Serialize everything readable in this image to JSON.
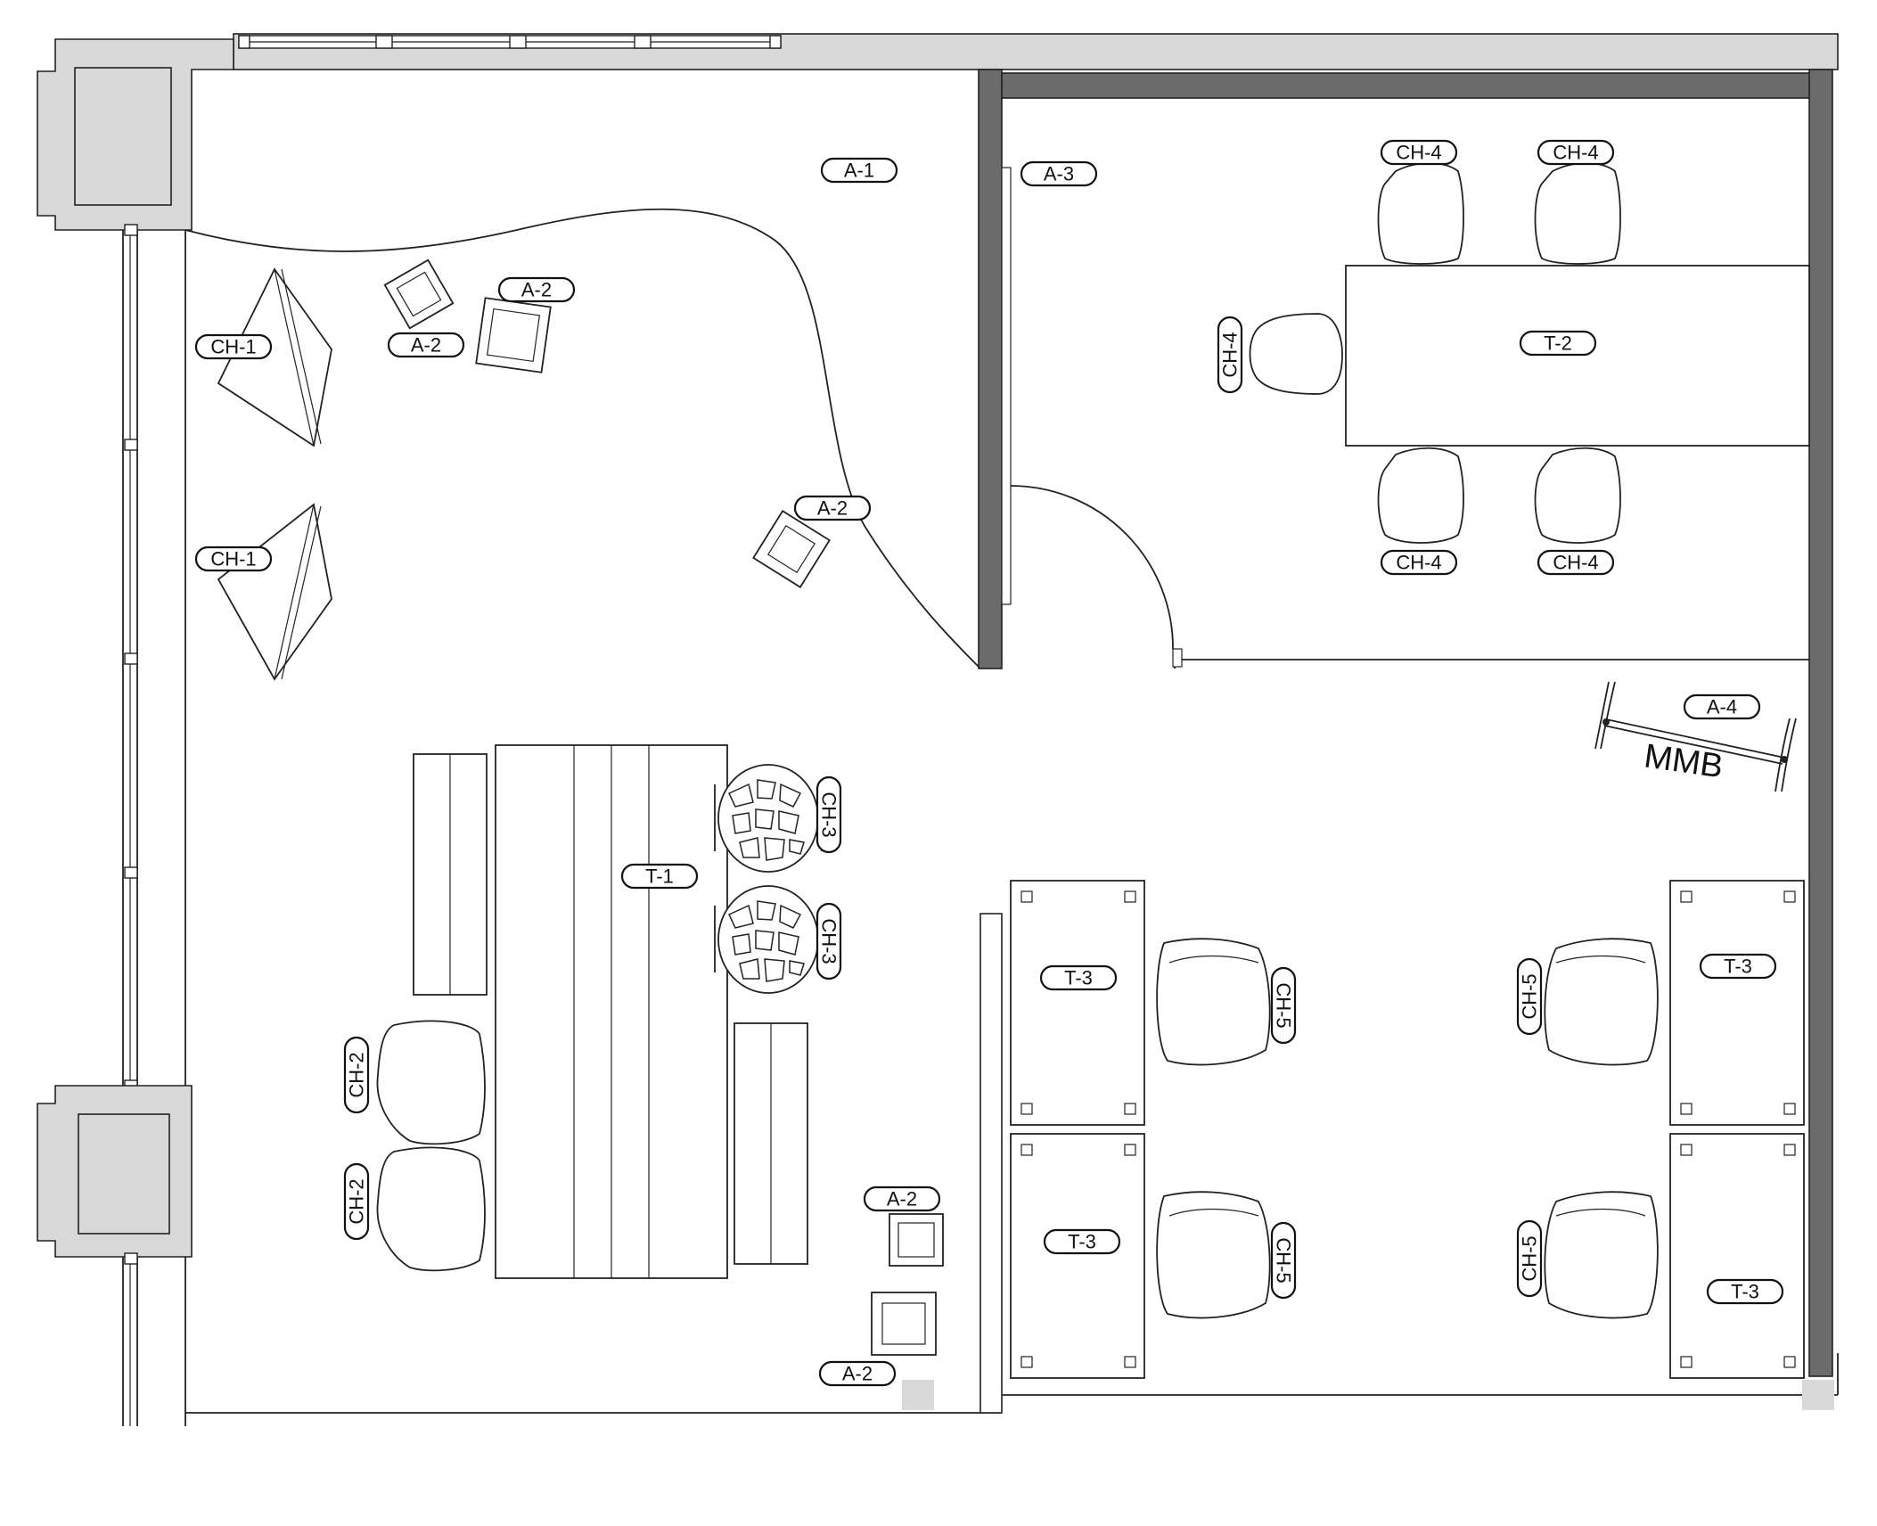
{
  "plan": {
    "labels": {
      "a1": "A-1",
      "a2": "A-2",
      "a3": "A-3",
      "a4": "A-4",
      "ch1": "CH-1",
      "ch2": "CH-2",
      "ch3": "CH-3",
      "ch4": "CH-4",
      "ch5": "CH-5",
      "t1": "T-1",
      "t2": "T-2",
      "t3": "T-3"
    },
    "mmb_text": "MMB"
  },
  "colors": {
    "wall_fill": "#d9d9d9",
    "partition": "#6b6b6b",
    "line": "#222222"
  }
}
